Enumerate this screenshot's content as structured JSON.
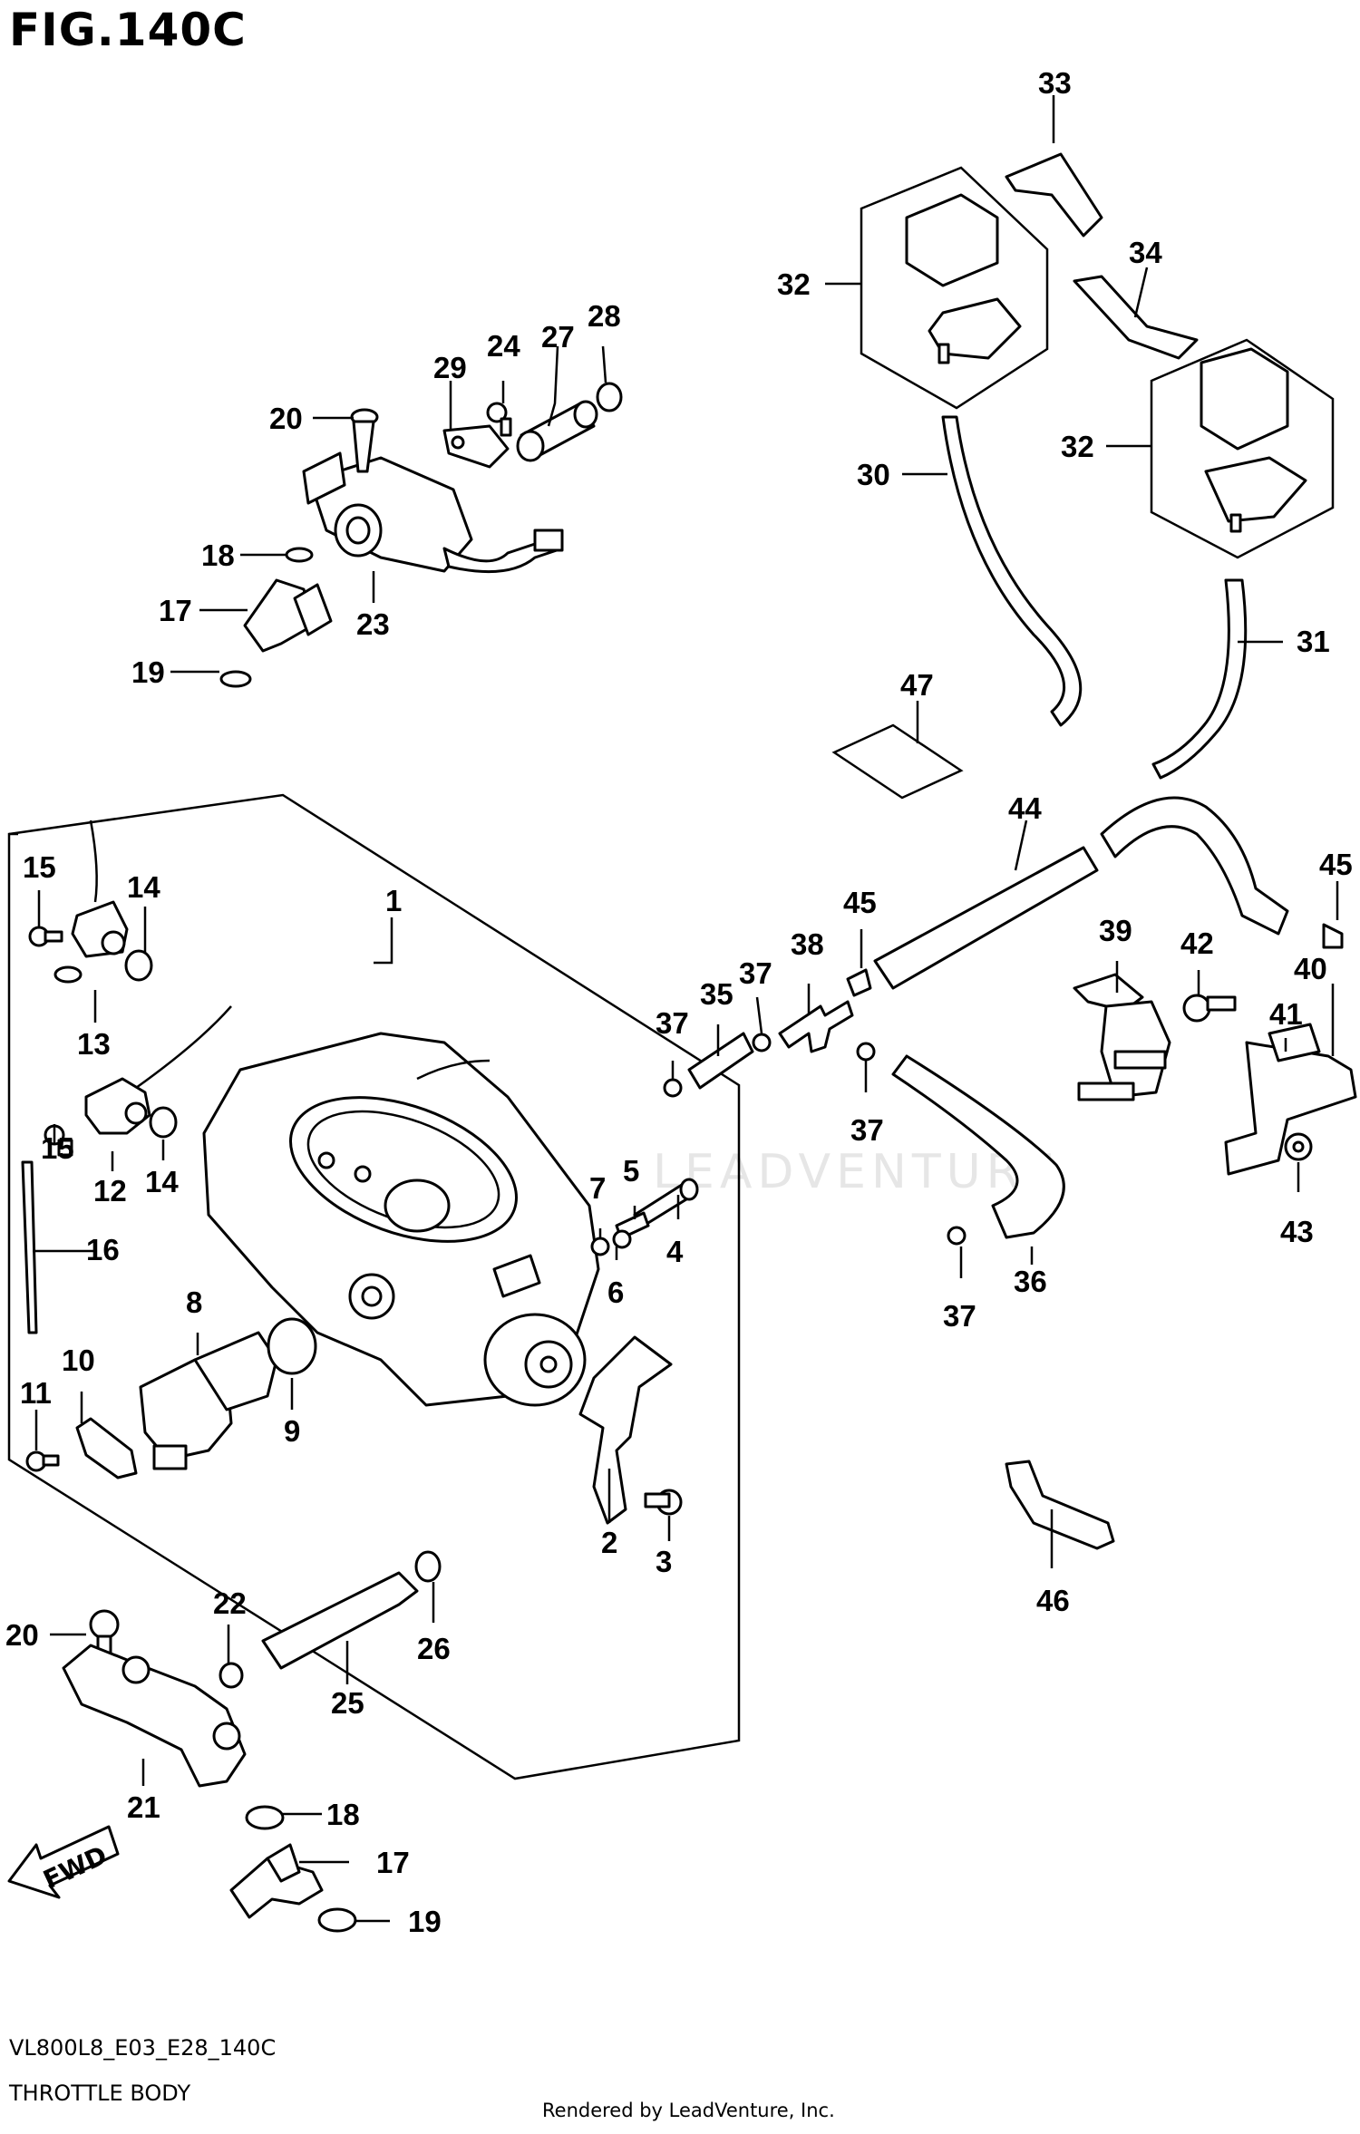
{
  "figure_title": "FIG.140C",
  "model_code": "VL800L8_E03_E28_140C",
  "section_name": "THROTTLE BODY",
  "rendered_by": "Rendered by LeadVenture, Inc.",
  "watermark": "LEADVENTURE",
  "fwd_label": "FWD",
  "callouts": [
    {
      "id": "c1",
      "text": "1"
    },
    {
      "id": "c2",
      "text": "2"
    },
    {
      "id": "c3",
      "text": "3"
    },
    {
      "id": "c4",
      "text": "4"
    },
    {
      "id": "c5",
      "text": "5"
    },
    {
      "id": "c6",
      "text": "6"
    },
    {
      "id": "c7",
      "text": "7"
    },
    {
      "id": "c8",
      "text": "8"
    },
    {
      "id": "c9",
      "text": "9"
    },
    {
      "id": "c10",
      "text": "10"
    },
    {
      "id": "c11",
      "text": "11"
    },
    {
      "id": "c12",
      "text": "12"
    },
    {
      "id": "c13",
      "text": "13"
    },
    {
      "id": "c14a",
      "text": "14"
    },
    {
      "id": "c14b",
      "text": "14"
    },
    {
      "id": "c15a",
      "text": "15"
    },
    {
      "id": "c15b",
      "text": "15"
    },
    {
      "id": "c16",
      "text": "16"
    },
    {
      "id": "c17a",
      "text": "17"
    },
    {
      "id": "c17b",
      "text": "17"
    },
    {
      "id": "c18a",
      "text": "18"
    },
    {
      "id": "c18b",
      "text": "18"
    },
    {
      "id": "c19a",
      "text": "19"
    },
    {
      "id": "c19b",
      "text": "19"
    },
    {
      "id": "c20a",
      "text": "20"
    },
    {
      "id": "c20b",
      "text": "20"
    },
    {
      "id": "c21",
      "text": "21"
    },
    {
      "id": "c22",
      "text": "22"
    },
    {
      "id": "c23",
      "text": "23"
    },
    {
      "id": "c24",
      "text": "24"
    },
    {
      "id": "c25",
      "text": "25"
    },
    {
      "id": "c26",
      "text": "26"
    },
    {
      "id": "c27",
      "text": "27"
    },
    {
      "id": "c28",
      "text": "28"
    },
    {
      "id": "c29",
      "text": "29"
    },
    {
      "id": "c30",
      "text": "30"
    },
    {
      "id": "c31",
      "text": "31"
    },
    {
      "id": "c32a",
      "text": "32"
    },
    {
      "id": "c32b",
      "text": "32"
    },
    {
      "id": "c33",
      "text": "33"
    },
    {
      "id": "c34",
      "text": "34"
    },
    {
      "id": "c35",
      "text": "35"
    },
    {
      "id": "c36",
      "text": "36"
    },
    {
      "id": "c37a",
      "text": "37"
    },
    {
      "id": "c37b",
      "text": "37"
    },
    {
      "id": "c37c",
      "text": "37"
    },
    {
      "id": "c37d",
      "text": "37"
    },
    {
      "id": "c38",
      "text": "38"
    },
    {
      "id": "c39",
      "text": "39"
    },
    {
      "id": "c40",
      "text": "40"
    },
    {
      "id": "c41",
      "text": "41"
    },
    {
      "id": "c42",
      "text": "42"
    },
    {
      "id": "c43",
      "text": "43"
    },
    {
      "id": "c44",
      "text": "44"
    },
    {
      "id": "c45a",
      "text": "45"
    },
    {
      "id": "c45b",
      "text": "45"
    },
    {
      "id": "c46",
      "text": "46"
    },
    {
      "id": "c47",
      "text": "47"
    }
  ]
}
